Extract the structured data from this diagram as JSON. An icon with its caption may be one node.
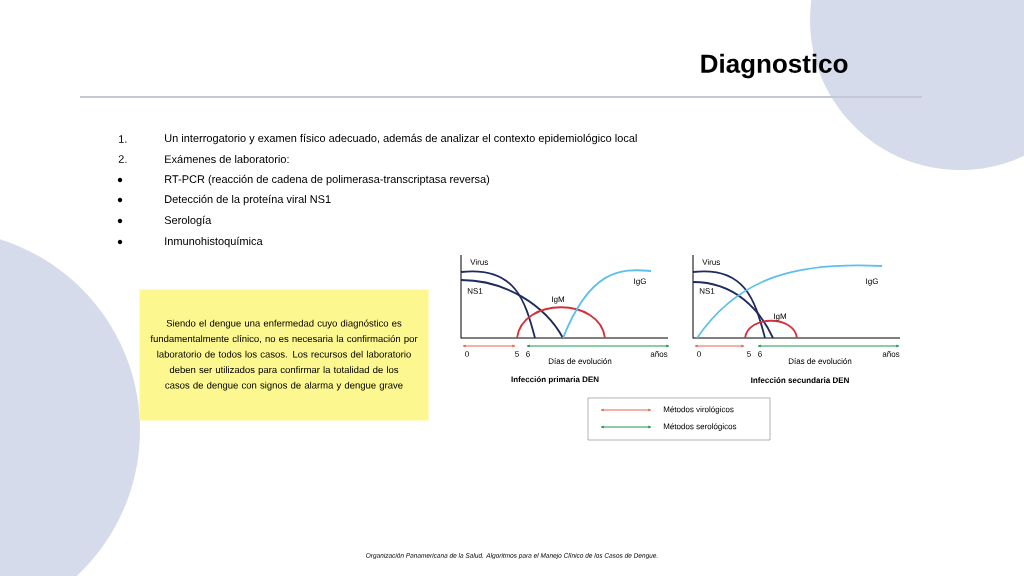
{
  "diagram": {
    "title": "Diagnostico",
    "caption": "Organización Panamericana de la Salud. Algoritmos para el Manejo Clínico de los Casos de Dengue.",
    "nodes": [
      {
        "text": [
          "Siendo el dengue una enfermedad cuyo diagnóstico es fundamentalmente clínico, no es necesaria la confirmación por laboratorio de todos los casos. Los recursos del laboratorio deben ser utilizados para confirmar la totalidad de los casos de dengue con signos de alarma y dengue grave"
        ]
      }
    ],
    "edges": [],
    "labels": [
      "1.",
      "Un interrogatorio y examen físico adecuado, además de analizar el contexto epidemiológico local",
      "2.",
      "Exámenes de laboratorio:",
      "RT-PCR (reacción de cadena de polimerasa-transcriptasa reversa)",
      "Detección de la proteína viral NS1",
      "Serología",
      "Inmunohistoquímica",
      "Virus",
      "NS1",
      "IgM",
      "IgG",
      "0",
      "5",
      "6",
      "Días de evolución",
      "años",
      "Infección primaria DEN",
      "Virus",
      "NS1",
      "IgM",
      "IgG",
      "0",
      "5",
      "6",
      "Días de evolución",
      "años",
      "Infección secundaria DEN"
    ],
    "legend": [
      {
        "text": "Métodos virológicos"
      },
      {
        "text": "Métodos serológicos"
      }
    ]
  }
}
